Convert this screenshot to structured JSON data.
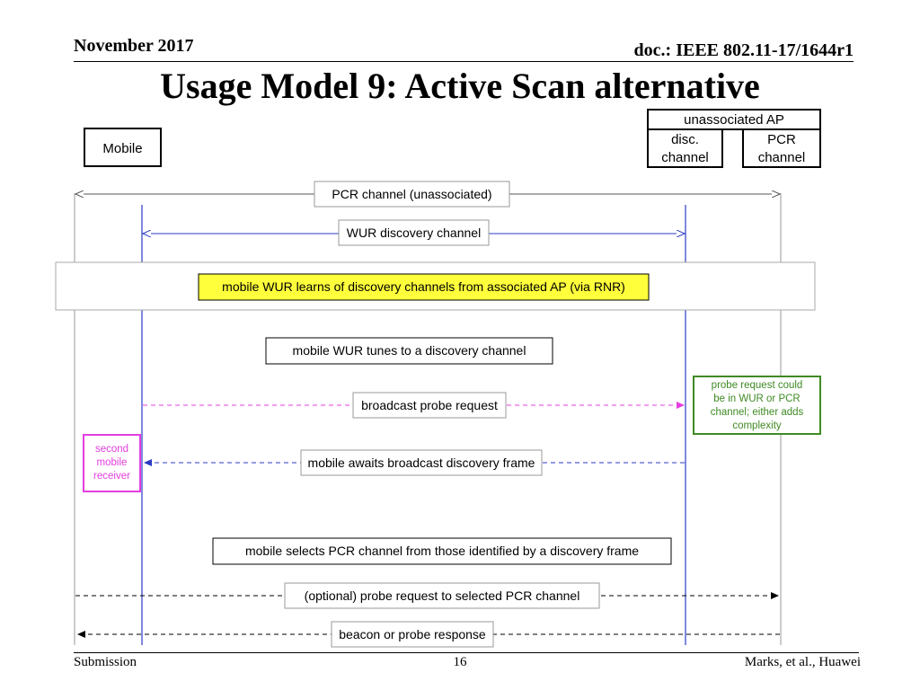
{
  "header": {
    "date": "November 2017",
    "doc_id": "doc.: IEEE 802.11-17/1644r1"
  },
  "title": "Usage Model 9: Active Scan alternative",
  "footer": {
    "left": "Submission",
    "page": "16",
    "right": "Marks, et al., Huawei"
  },
  "diagram": {
    "mobile_box": "Mobile",
    "ap_box": "unassociated AP",
    "disc_channel": [
      "disc.",
      "channel"
    ],
    "pcr_channel": [
      "PCR",
      "channel"
    ],
    "second_receiver": [
      "second",
      "mobile",
      "receiver"
    ],
    "probe_note": [
      "probe request could",
      "be in WUR or PCR",
      "channel; either adds",
      "complexity"
    ],
    "messages": {
      "pcr_unassociated": "PCR channel (unassociated)",
      "wur_discovery": "WUR discovery channel",
      "rnr_learn": "mobile WUR learns of discovery channels from associated AP (via RNR)",
      "tunes": "mobile WUR tunes to a discovery channel",
      "broadcast_probe": "broadcast probe request",
      "awaits": "mobile awaits broadcast discovery frame",
      "selects": "mobile selects PCR channel from those identified by a discovery frame",
      "optional_probe": "(optional) probe request to selected PCR channel",
      "beacon": "beacon or probe response"
    }
  },
  "colors": {
    "blue": "#2b3bc4",
    "magenta": "#e43ee0",
    "green": "#3f8a24",
    "yellow": "#ffff3b",
    "gray": "#999999"
  }
}
